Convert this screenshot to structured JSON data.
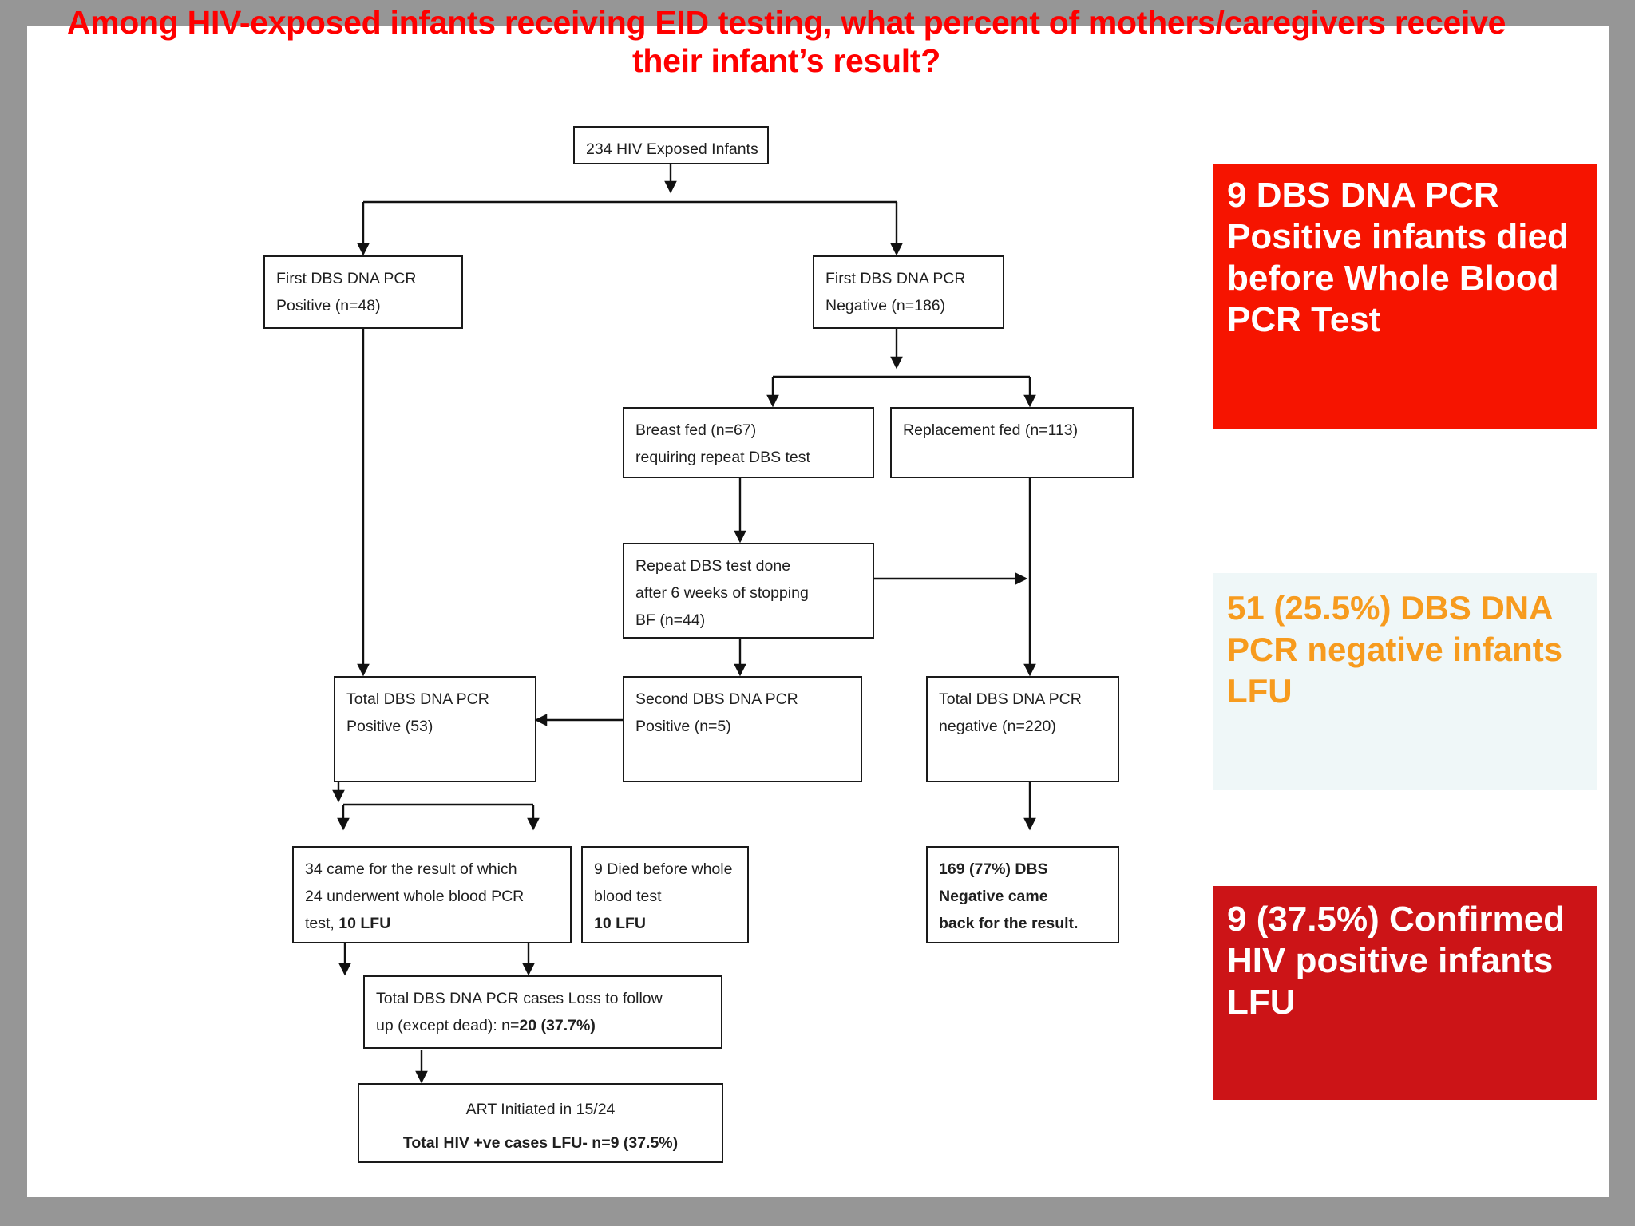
{
  "slide": {
    "title": "Among HIV-exposed infants receiving EID testing, what percent of mothers/caregivers receive their infant’s result?",
    "frame_color": "#969696",
    "canvas_color": "#ffffff",
    "title_color": "#FF0000"
  },
  "flowchart": {
    "type": "flowchart",
    "nodes": [
      {
        "id": "root",
        "lines": [
          "234 HIV Exposed Infants"
        ],
        "align": "center",
        "value": 234
      },
      {
        "id": "first-pcr-positive",
        "lines": [
          "First DBS DNA PCR",
          "Positive (n=48)"
        ],
        "align": "left",
        "value": 48
      },
      {
        "id": "first-pcr-negative",
        "lines": [
          "First DBS DNA PCR",
          "Negative (n=186)"
        ],
        "align": "left",
        "value": 186
      },
      {
        "id": "breast-fed",
        "lines": [
          "Breast fed (n=67)",
          "requiring repeat DBS test"
        ],
        "align": "left",
        "value": 67
      },
      {
        "id": "replacement-fed",
        "lines": [
          "Replacement fed (n=113)"
        ],
        "align": "left",
        "value": 113
      },
      {
        "id": "repeat-dbs",
        "lines": [
          "Repeat DBS test done",
          "after 6 weeks of stopping",
          "BF (n=44)"
        ],
        "align": "left",
        "value": 44
      },
      {
        "id": "total-positive",
        "lines": [
          "Total DBS DNA PCR",
          "Positive (53)"
        ],
        "align": "left",
        "value": 53
      },
      {
        "id": "second-positive",
        "lines": [
          "Second DBS DNA PCR",
          "Positive (n=5)"
        ],
        "align": "left",
        "value": 5
      },
      {
        "id": "total-negative",
        "lines": [
          "Total DBS DNA PCR",
          "negative (n=220)"
        ],
        "align": "left",
        "value": 220
      },
      {
        "id": "came-for-result",
        "line1": "34 came for the result of which",
        "line2": "24 underwent whole blood PCR",
        "line3_plain": "test, ",
        "line3_bold": "10 LFU",
        "align": "left"
      },
      {
        "id": "died-before-test",
        "line1": "9 Died before whole",
        "line2": "blood test",
        "line3_bold": "10 LFU",
        "align": "left"
      },
      {
        "id": "dbs-negative-returned",
        "lines": [
          "169 (77%) DBS",
          "Negative  came",
          "back for the result."
        ],
        "align": "left",
        "bold": true
      },
      {
        "id": "total-lfu",
        "line1": "Total DBS DNA PCR cases Loss to follow",
        "line2_plain": "up (except dead): n=",
        "line2_bold": "20 (37.7%)",
        "align": "left"
      },
      {
        "id": "art-initiated",
        "line1": "ART Initiated in 15/24",
        "line2_bold": "Total HIV +ve cases LFU- n=9 (37.5%)",
        "align": "center"
      }
    ]
  },
  "callouts": [
    {
      "id": "died-before-whole-blood-pcr",
      "text": "9 DBS DNA PCR Positive infants died before Whole Blood PCR Test",
      "bg": "#F61400",
      "fg": "#FFFFFF"
    },
    {
      "id": "dbs-negative-lfu",
      "text": "51 (25.5%) DBS DNA PCR negative infants LFU",
      "bg": "#EFF7F8",
      "fg": "#F79B1E"
    },
    {
      "id": "confirmed-hiv-positive-lfu",
      "text": "9 (37.5%) Confirmed HIV positive infants LFU",
      "bg": "#CC1417",
      "fg": "#FFFFFF"
    }
  ]
}
